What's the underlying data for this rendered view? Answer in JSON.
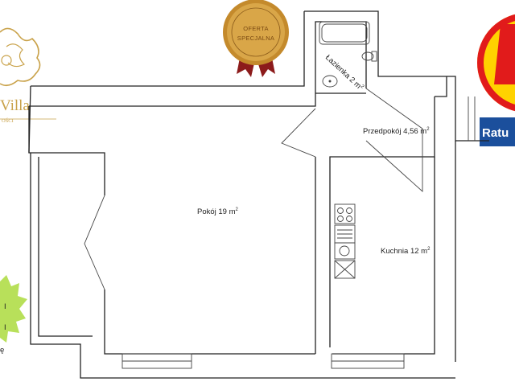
{
  "brand": {
    "name": "Villa",
    "tagline_fragment": "OŚCI"
  },
  "seal": {
    "line1": "OFERTA",
    "line2": "SPECJALNA"
  },
  "badge": {
    "text": "Ratu"
  },
  "side_badge": {
    "chars": [
      "I",
      "I",
      "ę"
    ]
  },
  "rooms": {
    "lazienka": {
      "name": "Łazienka 2 m",
      "sup": "2"
    },
    "przedpokoj": {
      "name": "Przedpokój 4,56 m",
      "sup": "2"
    },
    "pokoj": {
      "name": "Pokój 19 m",
      "sup": "2"
    },
    "kuchnia": {
      "name": "Kuchnia 12 m",
      "sup": "2"
    }
  },
  "colors": {
    "gold": "#c9a24a",
    "seal_gold": "#c48a2c",
    "ribbon_red": "#8c1b1b",
    "badge_red": "#e11b1b",
    "badge_yellow": "#ffd200",
    "badge_blue": "#1b4f9c",
    "green_badge": "#b8e05a"
  }
}
